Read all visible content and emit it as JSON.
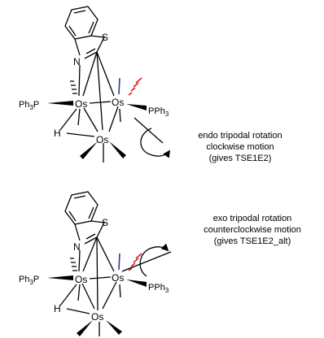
{
  "structures": [
    {
      "atoms": {
        "S": "S",
        "N": "N",
        "Os1": "Os",
        "Os2": "Os",
        "Os3": "Os",
        "H": "H",
        "Ph3P": "Ph3P",
        "PPh3": "PPh3"
      },
      "caption": [
        "endo tripodal rotation",
        "clockwise motion",
        "(gives TSE1E2)"
      ],
      "rotation_direction": "clockwise"
    },
    {
      "atoms": {
        "S": "S",
        "N": "N",
        "Os1": "Os",
        "Os2": "Os",
        "Os3": "Os",
        "H": "H",
        "Ph3P": "Ph3P",
        "PPh3": "PPh3"
      },
      "caption": [
        "exo tripodal rotation",
        "counterclockwise motion",
        "(gives TSE1E2_alt)"
      ],
      "rotation_direction": "counterclockwise"
    }
  ],
  "colors": {
    "bond": "#000000",
    "hashed_bond_red": "#d42020",
    "blue_bond": "#2a3a9a"
  }
}
